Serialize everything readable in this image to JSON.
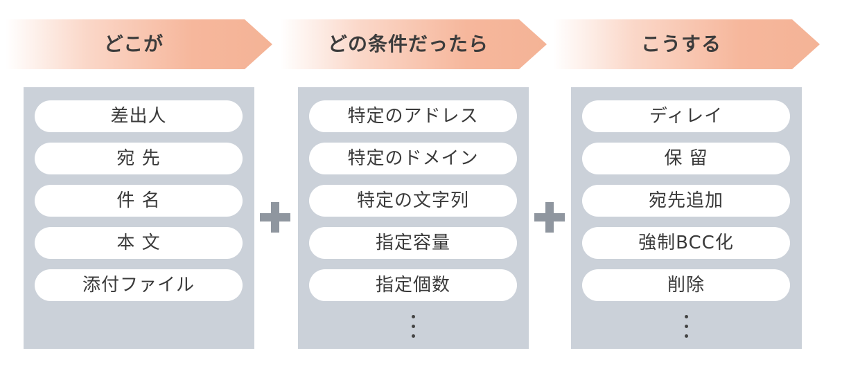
{
  "columns": [
    {
      "header": "どこが",
      "items": [
        "差出人",
        "宛 先",
        "件 名",
        "本 文",
        "添付ファイル"
      ],
      "has_more": false
    },
    {
      "header": "どの条件だったら",
      "items": [
        "特定のアドレス",
        "特定のドメイン",
        "特定の文字列",
        "指定容量",
        "指定個数"
      ],
      "has_more": true
    },
    {
      "header": "こうする",
      "items": [
        "ディレイ",
        "保 留",
        "宛先追加",
        "強制BCC化",
        "削除"
      ],
      "has_more": true
    }
  ],
  "colors": {
    "arrow": "#f6b79c",
    "panel": "#cbd1d9",
    "pill": "#ffffff",
    "plus": "#8f969f",
    "text": "#3a3a3a"
  }
}
